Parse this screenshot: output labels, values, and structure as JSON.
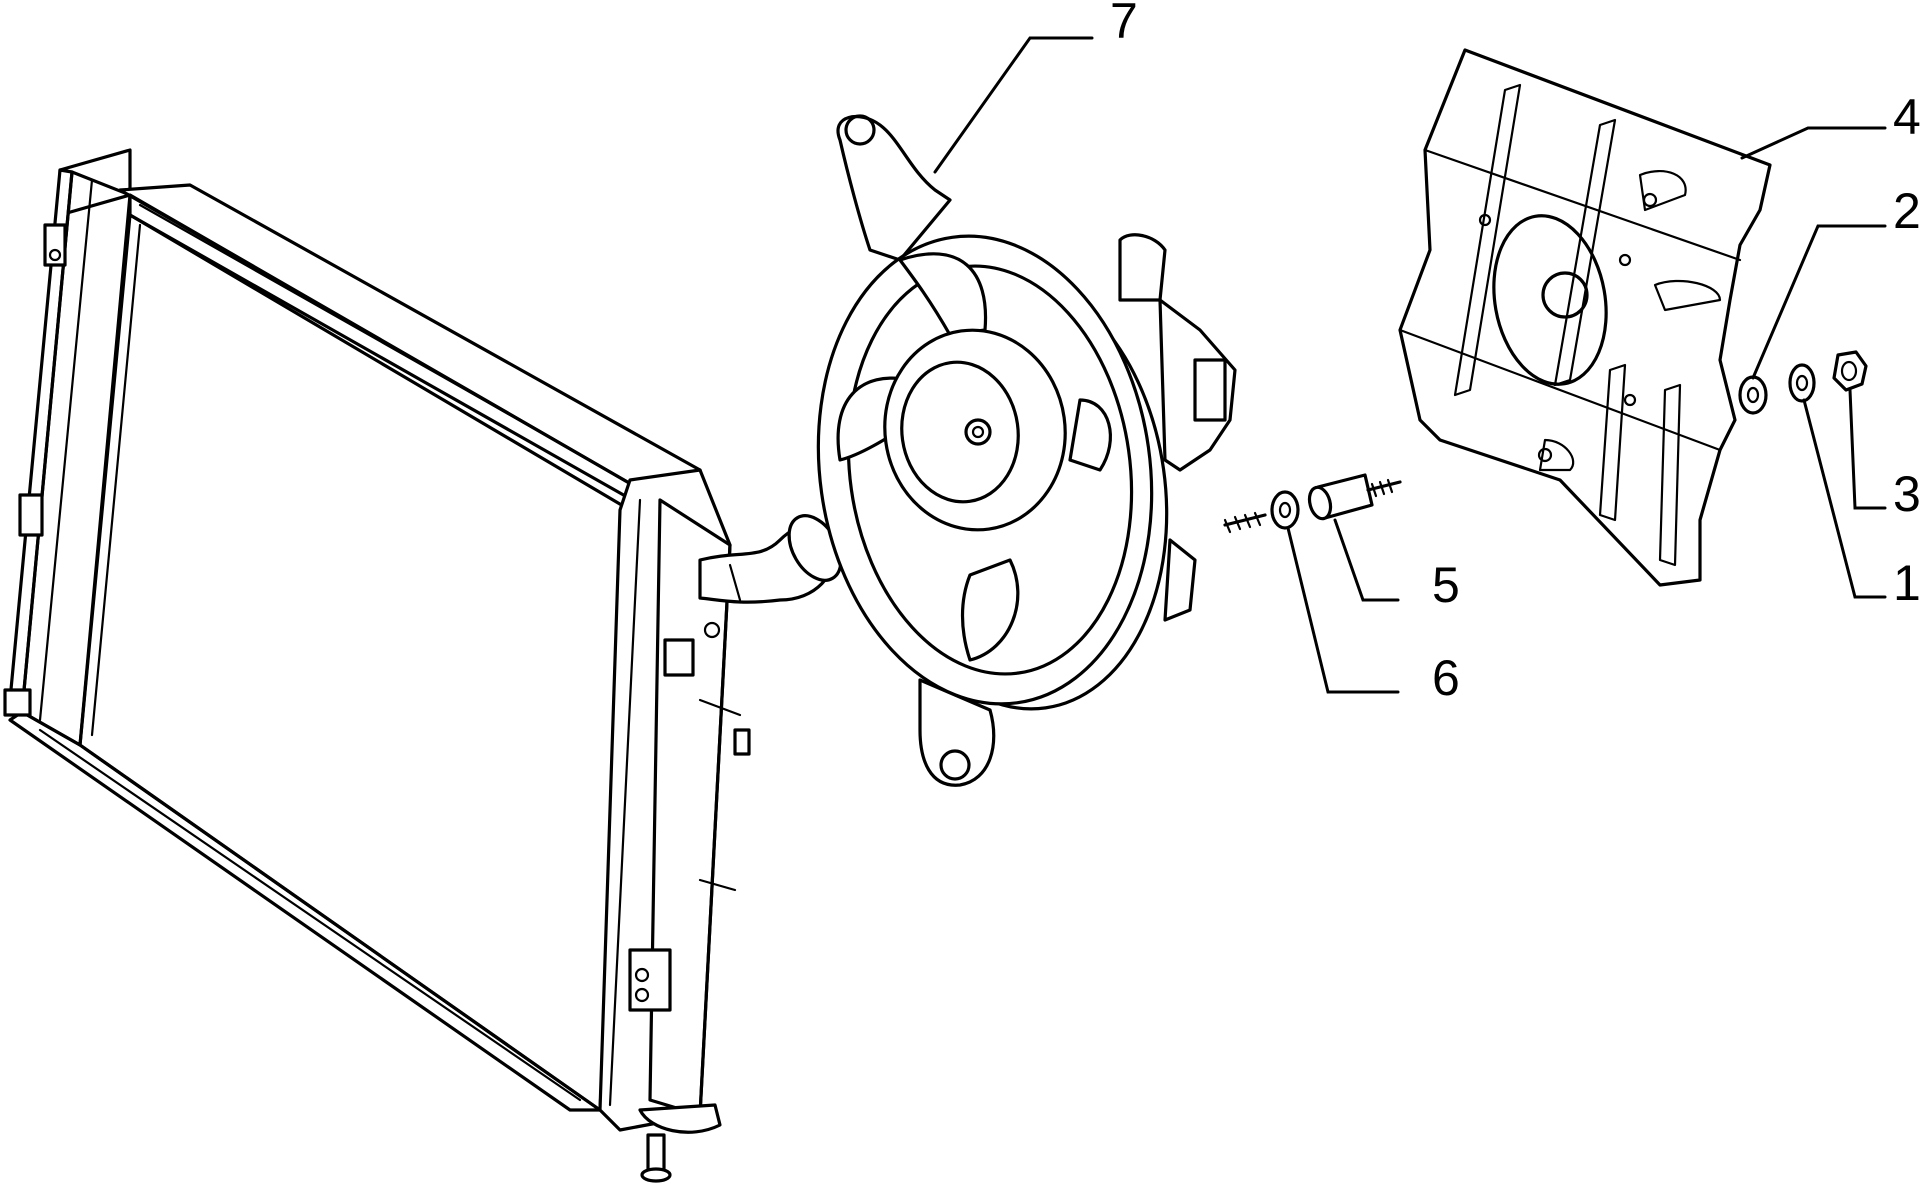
{
  "callouts": [
    {
      "id": "1",
      "label": "1"
    },
    {
      "id": "2",
      "label": "2"
    },
    {
      "id": "3",
      "label": "3"
    },
    {
      "id": "4",
      "label": "4"
    },
    {
      "id": "5",
      "label": "5"
    },
    {
      "id": "6",
      "label": "6"
    },
    {
      "id": "7",
      "label": "7"
    }
  ],
  "parts": [
    "radiator",
    "fan-assembly",
    "fan-cover-plate",
    "spacer-stud",
    "washer",
    "nut"
  ],
  "colors": {
    "line": "#000000",
    "background": "#ffffff"
  }
}
